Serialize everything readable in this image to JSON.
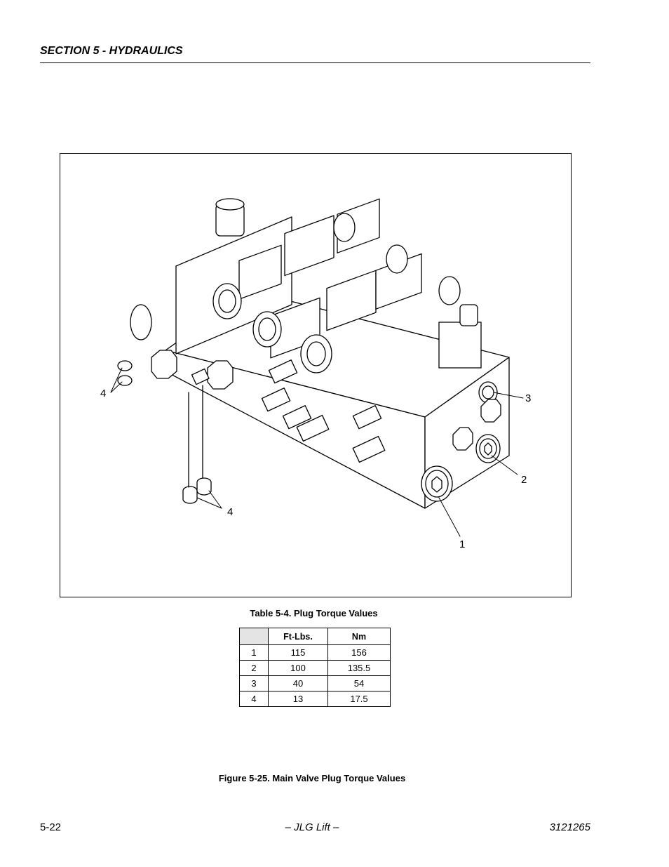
{
  "header": {
    "section_title": "SECTION 5 - HYDRAULICS"
  },
  "figure": {
    "callouts": [
      "1",
      "2",
      "3",
      "4",
      "4"
    ],
    "caption": "Figure 5-25.  Main Valve Plug Torque Values"
  },
  "table": {
    "title": "Table 5-4. Plug Torque Values",
    "columns": [
      "",
      "Ft-Lbs.",
      "Nm"
    ],
    "rows": [
      [
        "1",
        "115",
        "156"
      ],
      [
        "2",
        "100",
        "135.5"
      ],
      [
        "3",
        "40",
        "54"
      ],
      [
        "4",
        "13",
        "17.5"
      ]
    ]
  },
  "footer": {
    "page_number": "5-22",
    "publisher": "– JLG Lift –",
    "document_number": "3121265"
  }
}
